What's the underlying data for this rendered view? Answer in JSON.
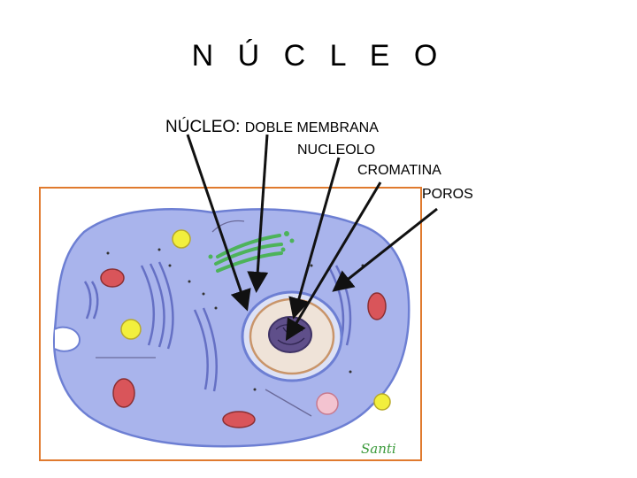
{
  "slide": {
    "title": "N Ú C L E O"
  },
  "labels": {
    "main_prefix": "NÚCLEO:",
    "doble_membrana": "DOBLE MEMBRANA",
    "nucleolo": "NUCLEOLO",
    "cromatina": "CROMATINA",
    "poros": "POROS"
  },
  "signature": "Santi",
  "colors": {
    "frame": "#e07a2e",
    "cytoplasm": "#a9b4ec",
    "nucleus": "#dce1f6",
    "nucleolus": "#5f4f8a",
    "mitochondria": "#d9555a",
    "vacuole": "#f2ef3d",
    "golgi": "#4db35a",
    "membrane": "#6d7fd3"
  }
}
